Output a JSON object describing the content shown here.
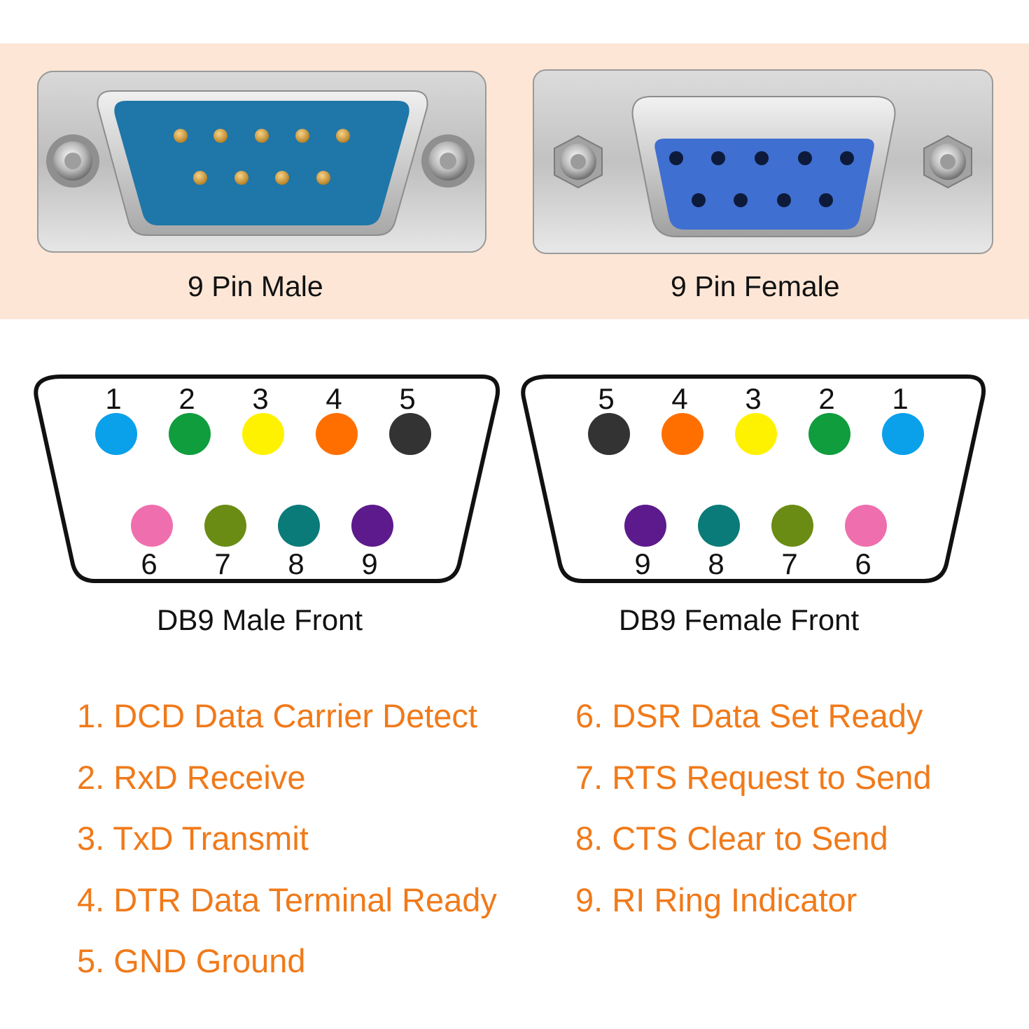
{
  "photos": {
    "male_label": "9 Pin Male",
    "female_label": "9 Pin Female"
  },
  "diagrams": {
    "male_label": "DB9 Male Front",
    "female_label": "DB9 Female Front",
    "male_top_order": [
      "1",
      "2",
      "3",
      "4",
      "5"
    ],
    "male_bottom_order": [
      "6",
      "7",
      "8",
      "9"
    ],
    "female_top_order": [
      "5",
      "4",
      "3",
      "2",
      "1"
    ],
    "female_bottom_order": [
      "9",
      "8",
      "7",
      "6"
    ],
    "pin_colors": {
      "1": "#0aa0ea",
      "2": "#0f9d3e",
      "3": "#fff200",
      "4": "#ff6f00",
      "5": "#333333",
      "6": "#ef6fae",
      "7": "#6a8c14",
      "8": "#0a7b78",
      "9": "#5c1a8c"
    }
  },
  "pins_left": [
    "1. DCD Data Carrier Detect",
    "2. RxD Receive",
    "3. TxD Transmit",
    "4. DTR Data Terminal Ready",
    "5. GND Ground"
  ],
  "pins_right": [
    "6. DSR Data Set Ready",
    "7. RTS Request to Send",
    "8. CTS Clear to Send",
    "9. RI Ring Indicator"
  ],
  "colors": {
    "band": "#fde6d6",
    "legend_text": "#f07a1a"
  }
}
